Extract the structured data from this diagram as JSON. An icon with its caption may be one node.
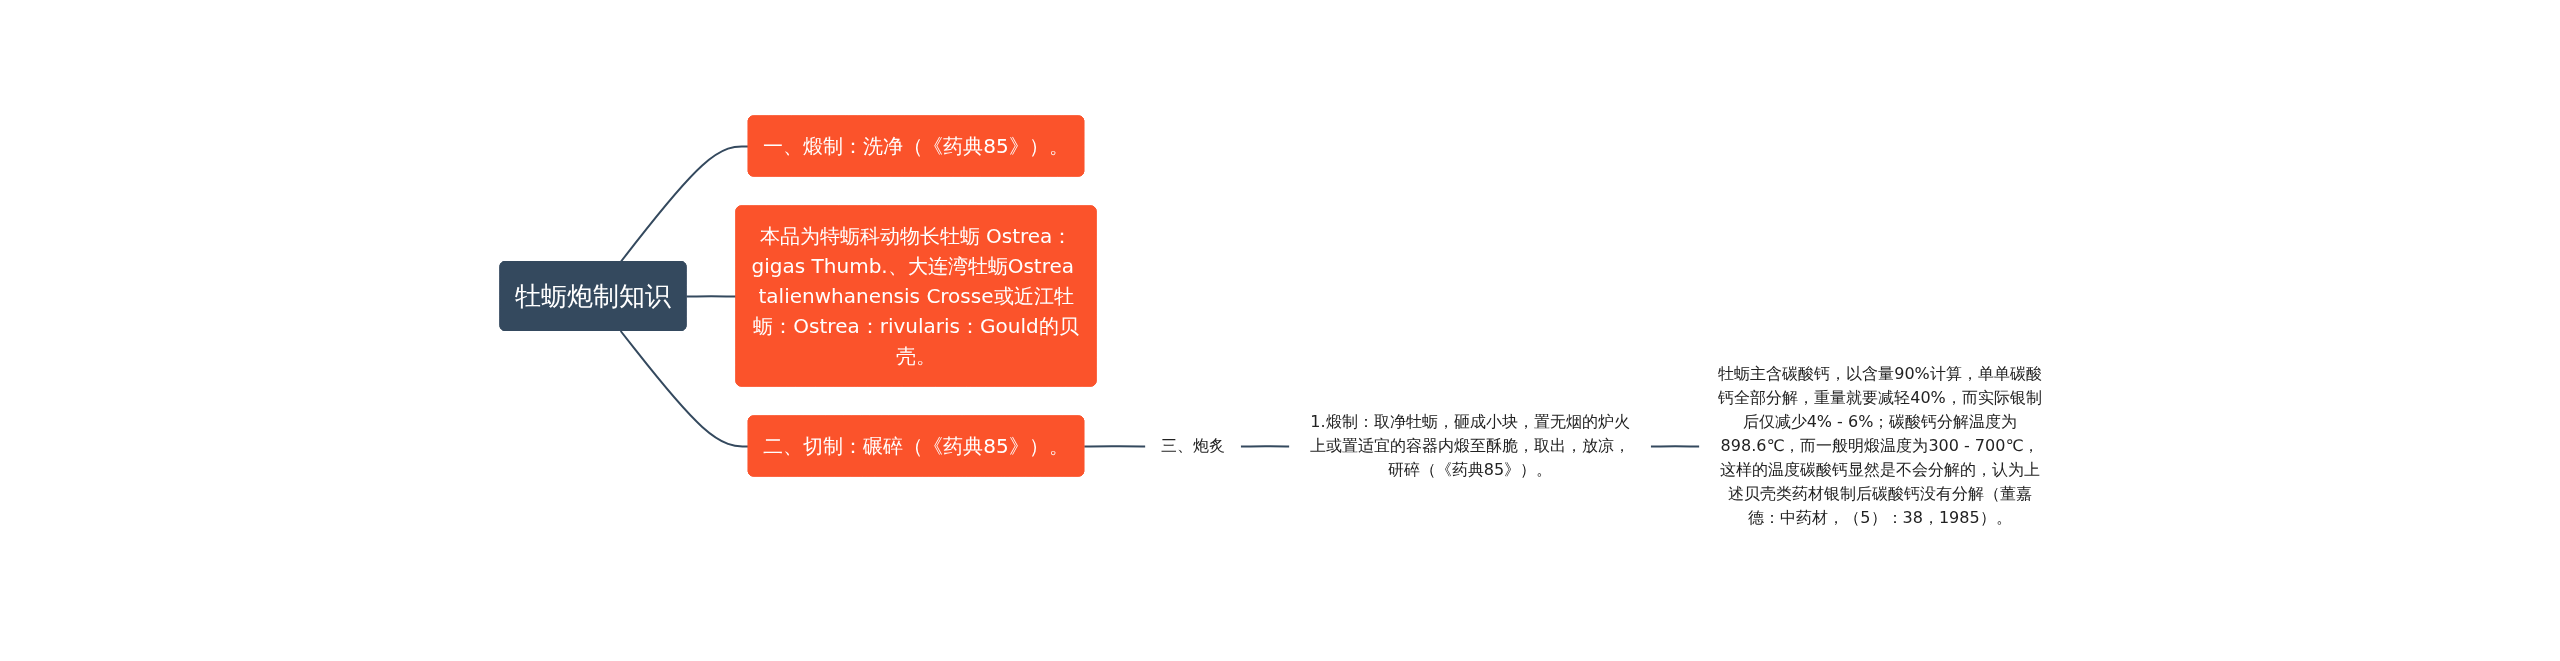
{
  "diagram": {
    "nodes": [
      {
        "text": [
          "牡蛎炮制知识"
        ]
      },
      {
        "text": [
          "一、煅制：洗净（《药典85》）。"
        ]
      },
      {
        "text": [
          "本品为特蛎科动物长牡蛎 Ostrea：gigas Thumb.、大连湾牡蛎Ostrea talienwhanensis Crosse或近江牡蛎：Ostrea：rivularis：Gould的贝壳。"
        ]
      },
      {
        "text": [
          "二、切制：碾碎（《药典85》）。"
        ]
      },
      {
        "text": [
          "三、炮炙"
        ]
      },
      {
        "text": [
          "1.煅制：取净牡蛎，砸成小块，置无烟的炉火上或置适宜的容器内煅至酥脆，取出，放凉，研碎（《药典85》）。"
        ]
      },
      {
        "text": [
          "牡蛎主含碳酸钙，以含量90%计算，单单碳酸钙全部分解，重量就要减轻40%，而实际银制后仅减少4% - 6%；碳酸钙分解温度为898.6℃，而一般明煅温度为300 - 700℃，这样的温度碳酸钙显然是不会分解的，认为上述贝壳类药材银制后碳酸钙没有分解（董嘉德：中药材，（5）：38，1985）。"
        ]
      }
    ],
    "edges": [
      {
        "from": 0,
        "to": 1,
        "arrow": "none"
      },
      {
        "from": 0,
        "to": 2,
        "arrow": "none"
      },
      {
        "from": 0,
        "to": 3,
        "arrow": "none"
      },
      {
        "from": 3,
        "to": 4,
        "arrow": "none"
      },
      {
        "from": 4,
        "to": 5,
        "arrow": "none"
      },
      {
        "from": 5,
        "to": 6,
        "arrow": "none"
      }
    ]
  }
}
